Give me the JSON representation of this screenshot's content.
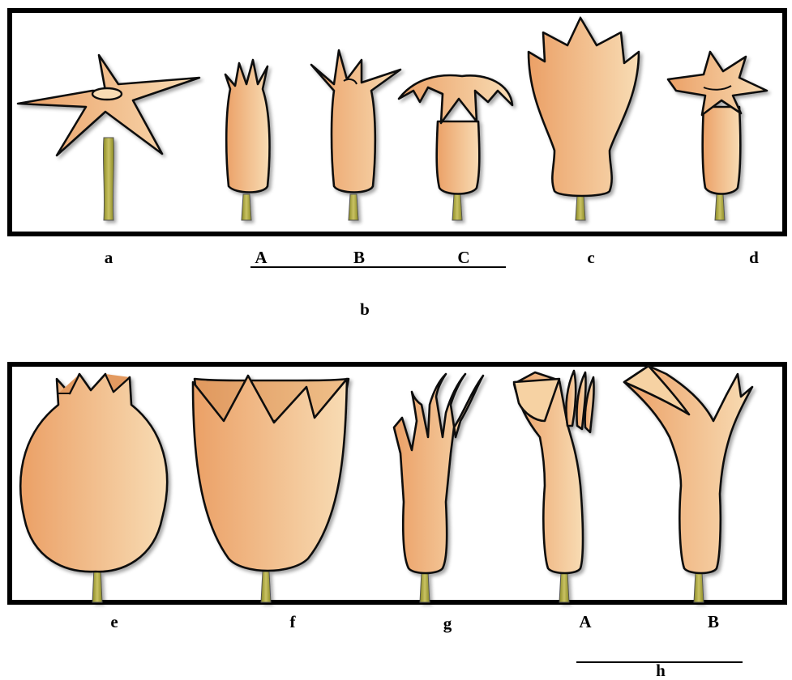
{
  "colors": {
    "flower_light": "#f7d9ae",
    "flower_dark": "#eba066",
    "stalk": "#a4a034",
    "outline": "#111111"
  },
  "top_row": {
    "labels": {
      "a": "a",
      "b_A": "A",
      "b_B": "B",
      "b_C": "C",
      "c": "c",
      "d": "d",
      "b_group": "b"
    }
  },
  "bottom_row": {
    "labels": {
      "e": "e",
      "f": "f",
      "g": "g",
      "h_A": "A",
      "h_B": "B",
      "h_group": "h"
    }
  }
}
